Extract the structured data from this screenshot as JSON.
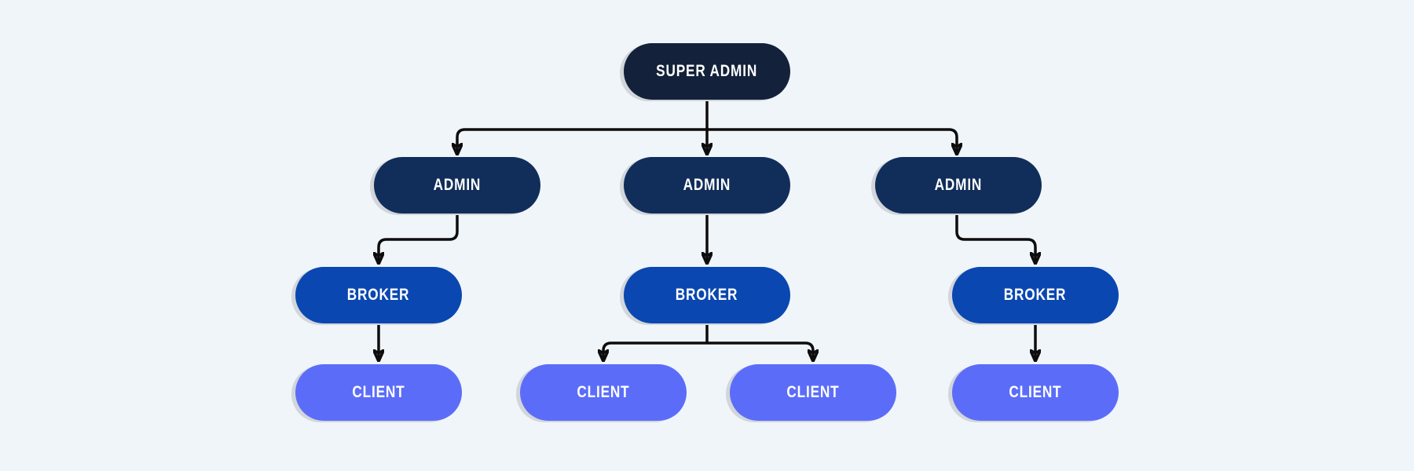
{
  "diagram": {
    "type": "org-chart",
    "background_color": "#f0f5fa",
    "edge_color": "#0d0d0d",
    "node_outline_color": "#d2d6db",
    "text_color": "#ffffff",
    "levels": [
      {
        "name": "super_admin",
        "color": "#13223a"
      },
      {
        "name": "admin",
        "color": "#112e5b"
      },
      {
        "name": "broker",
        "color": "#0a47b1"
      },
      {
        "name": "client",
        "color": "#5b6df8"
      }
    ],
    "nodes": [
      {
        "id": "super-admin",
        "label": "SUPER ADMIN",
        "level": "super_admin"
      },
      {
        "id": "admin-1",
        "label": "ADMIN",
        "level": "admin"
      },
      {
        "id": "admin-2",
        "label": "ADMIN",
        "level": "admin"
      },
      {
        "id": "admin-3",
        "label": "ADMIN",
        "level": "admin"
      },
      {
        "id": "broker-1",
        "label": "BROKER",
        "level": "broker"
      },
      {
        "id": "broker-2",
        "label": "BROKER",
        "level": "broker"
      },
      {
        "id": "broker-3",
        "label": "BROKER",
        "level": "broker"
      },
      {
        "id": "client-1",
        "label": "CLIENT",
        "level": "client"
      },
      {
        "id": "client-2",
        "label": "CLIENT",
        "level": "client"
      },
      {
        "id": "client-3",
        "label": "CLIENT",
        "level": "client"
      },
      {
        "id": "client-4",
        "label": "CLIENT",
        "level": "client"
      }
    ],
    "edges": [
      {
        "from": "super-admin",
        "to": "admin-1"
      },
      {
        "from": "super-admin",
        "to": "admin-2"
      },
      {
        "from": "super-admin",
        "to": "admin-3"
      },
      {
        "from": "admin-1",
        "to": "broker-1"
      },
      {
        "from": "admin-2",
        "to": "broker-2"
      },
      {
        "from": "admin-3",
        "to": "broker-3"
      },
      {
        "from": "broker-1",
        "to": "client-1"
      },
      {
        "from": "broker-2",
        "to": "client-2"
      },
      {
        "from": "broker-2",
        "to": "client-3"
      },
      {
        "from": "broker-3",
        "to": "client-4"
      }
    ]
  }
}
